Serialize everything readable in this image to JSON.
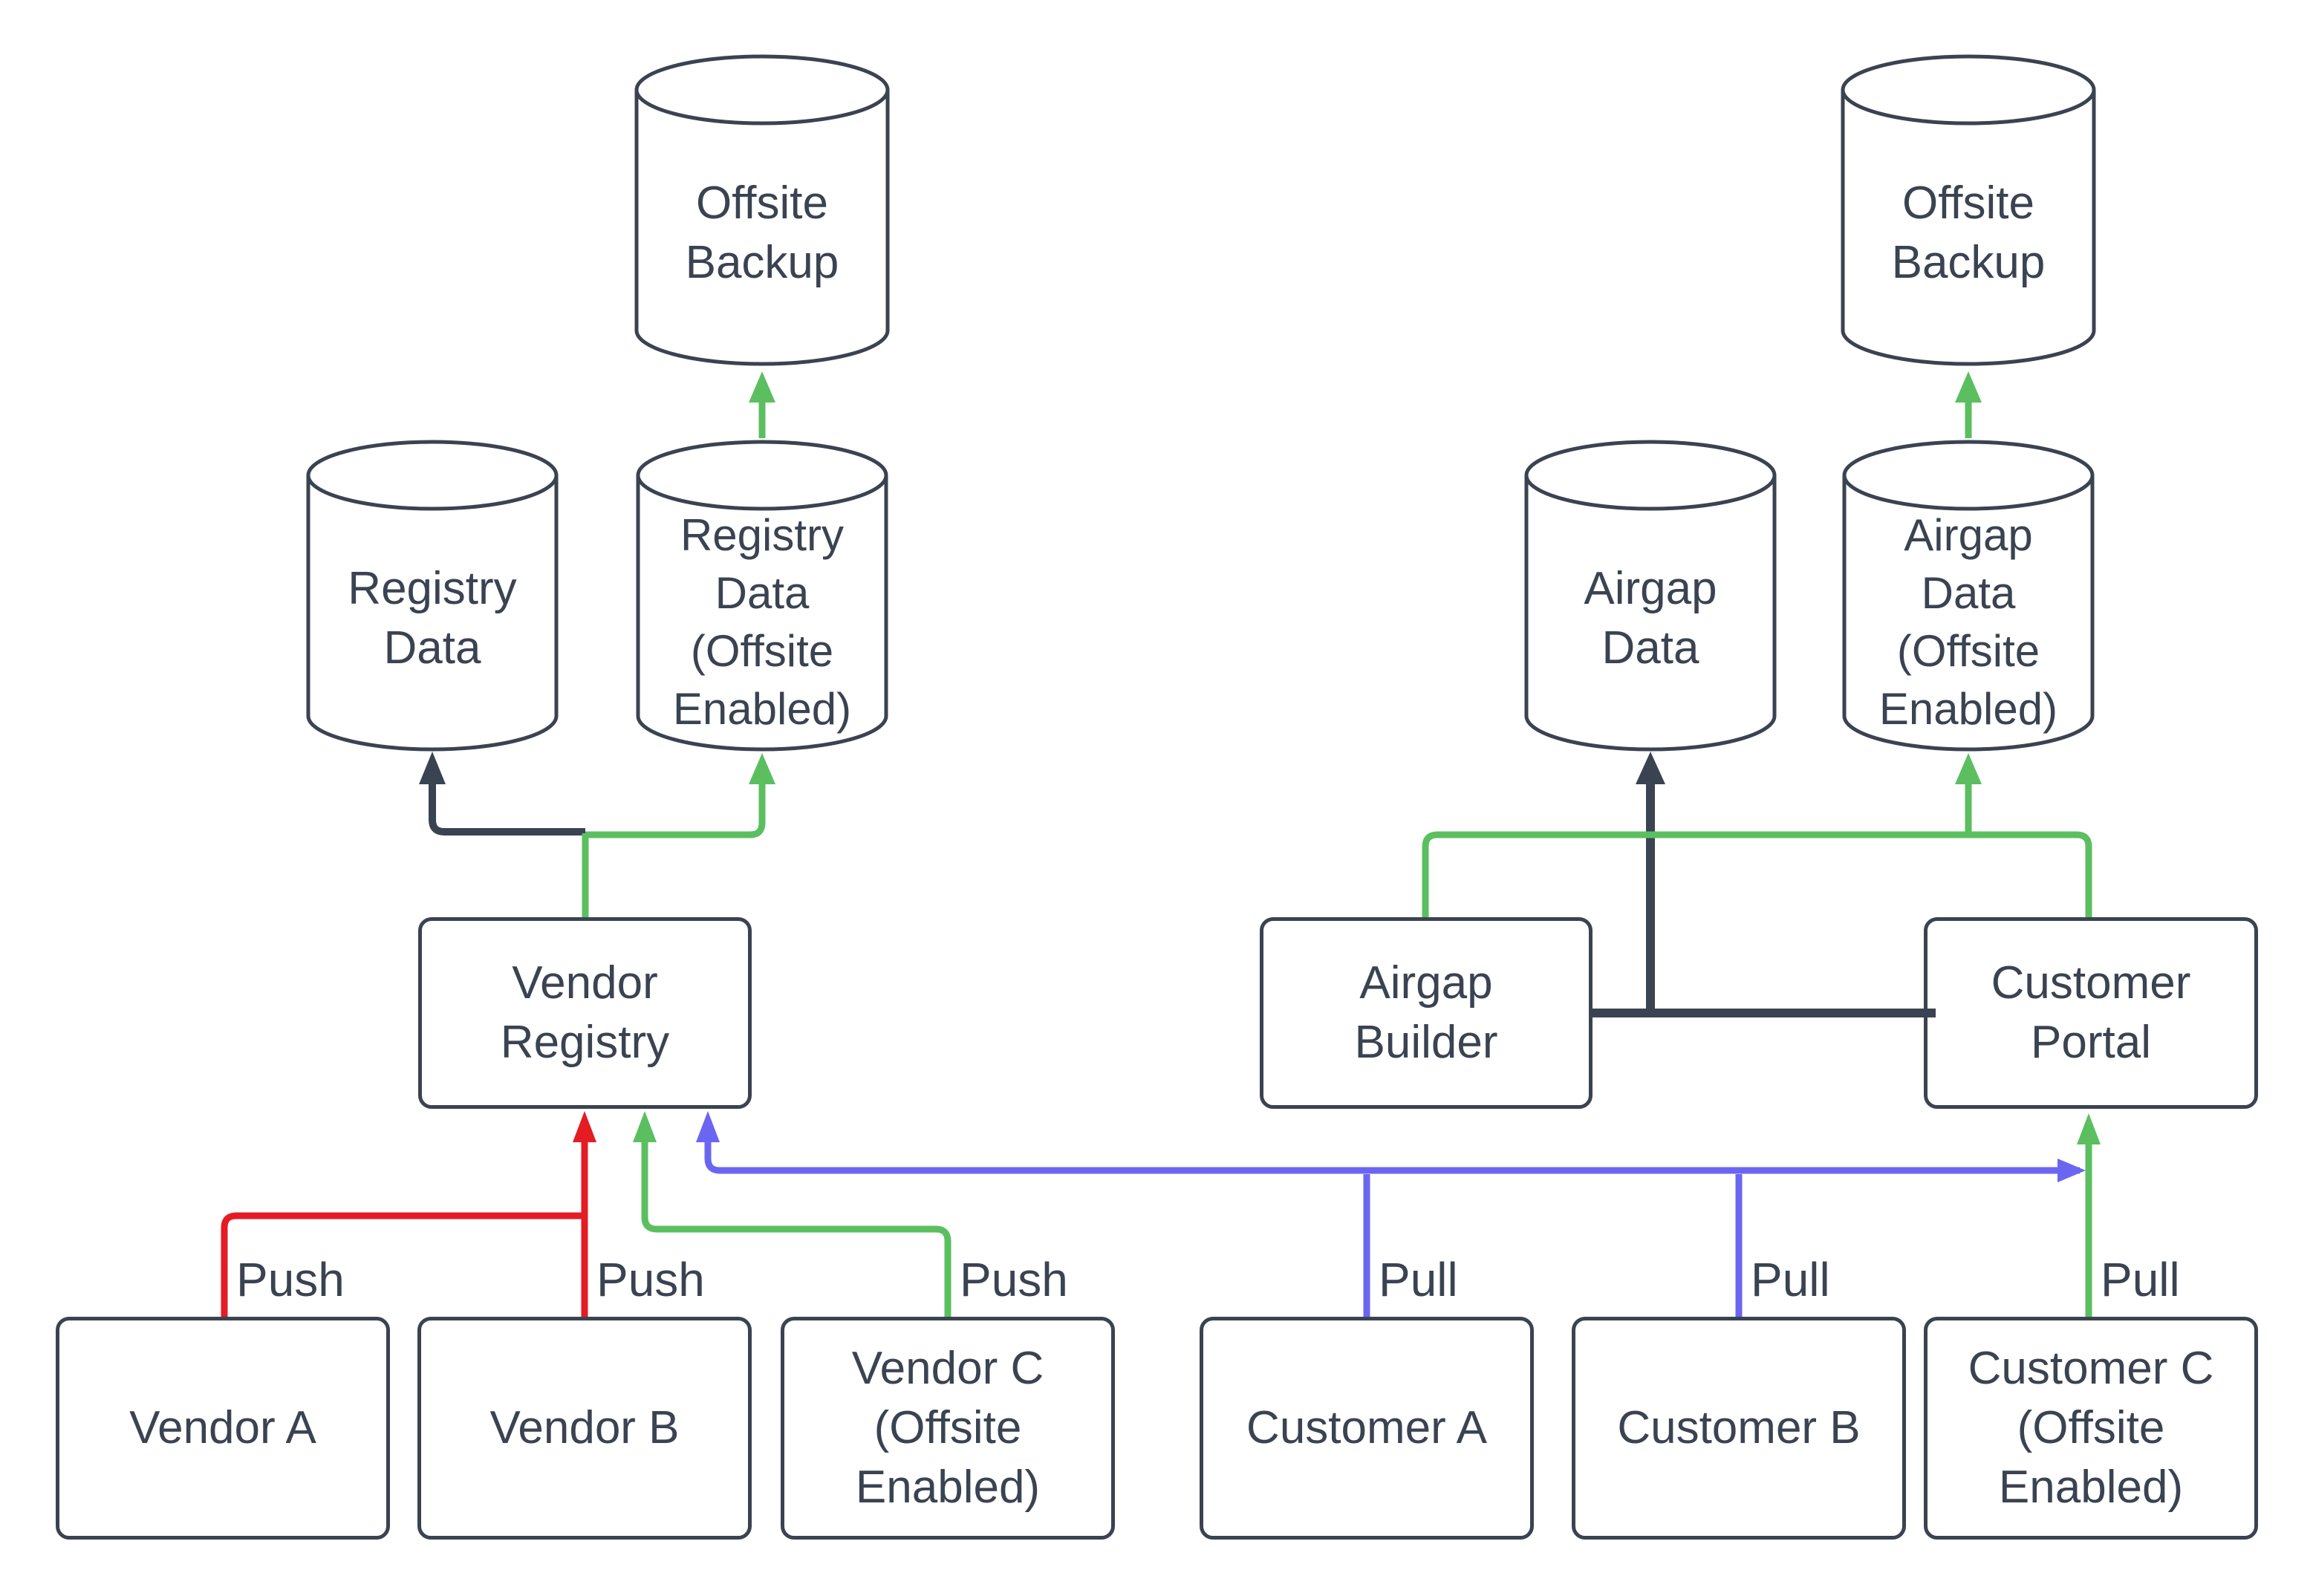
{
  "diagram": {
    "description": "Vendor registry and airgap distribution flow diagram"
  },
  "colors": {
    "dark": "#3a4351",
    "push_red": "#e51c23",
    "offsite_green": "#5bbf60",
    "pull_blue": "#6b66f2",
    "background": "#ffffff"
  },
  "nodes": {
    "offsite_backup_left": {
      "label": "Offsite\nBackup"
    },
    "registry_data": {
      "label": "Registry\nData"
    },
    "registry_data_offsite": {
      "label": "Registry\nData\n(Offsite\nEnabled)"
    },
    "vendor_registry": {
      "label": "Vendor\nRegistry"
    },
    "vendor_a": {
      "label": "Vendor A"
    },
    "vendor_b": {
      "label": "Vendor B"
    },
    "vendor_c": {
      "label": "Vendor C\n(Offsite\nEnabled)"
    },
    "airgap_data": {
      "label": "Airgap\nData"
    },
    "airgap_data_offsite": {
      "label": "Airgap\nData\n(Offsite\nEnabled)"
    },
    "offsite_backup_right": {
      "label": "Offsite\nBackup"
    },
    "airgap_builder": {
      "label": "Airgap\nBuilder"
    },
    "customer_portal": {
      "label": "Customer\nPortal"
    },
    "customer_a": {
      "label": "Customer A"
    },
    "customer_b": {
      "label": "Customer B"
    },
    "customer_c": {
      "label": "Customer C\n(Offsite\nEnabled)"
    }
  },
  "edge_labels": {
    "push": "Push",
    "pull": "Pull"
  }
}
